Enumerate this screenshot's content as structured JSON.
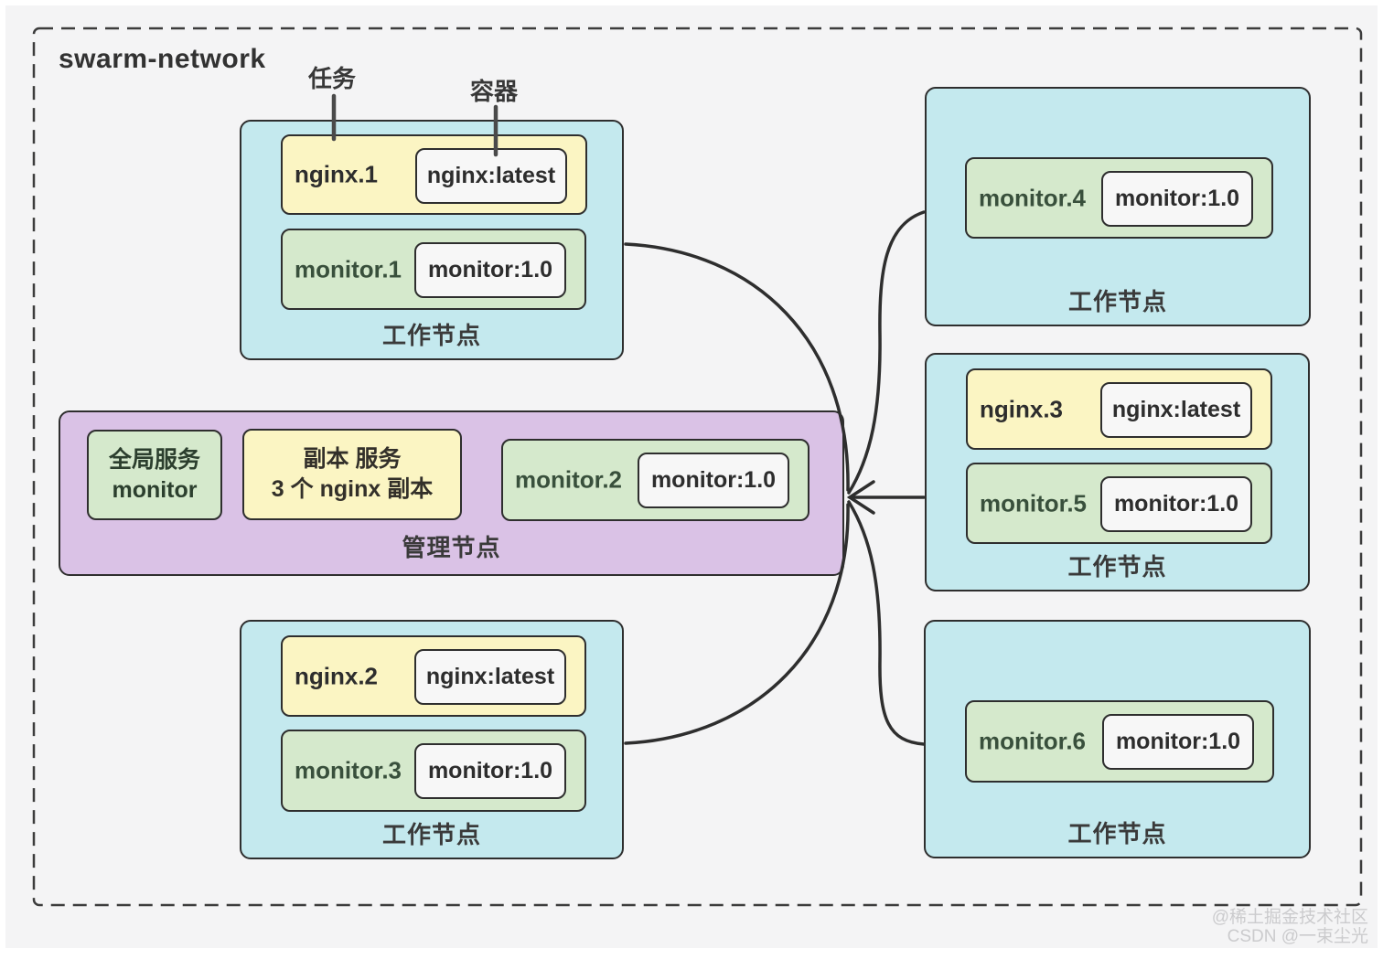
{
  "diagram": {
    "title": "swarm-network",
    "annotations": {
      "task": "任务",
      "container": "容器"
    },
    "nodes": [
      {
        "id": "worker-top-left",
        "type": "worker",
        "label": "工作节点",
        "tasks": [
          {
            "name": "nginx.1",
            "image": "nginx:latest"
          },
          {
            "name": "monitor.1",
            "image": "monitor:1.0"
          }
        ]
      },
      {
        "id": "manager",
        "type": "manager",
        "label": "管理节点",
        "services": [
          {
            "kind": "global",
            "lines": [
              "全局服务",
              "monitor"
            ]
          },
          {
            "kind": "replicated",
            "lines": [
              "副本 服务",
              "3 个 nginx 副本"
            ]
          }
        ],
        "tasks": [
          {
            "name": "monitor.2",
            "image": "monitor:1.0"
          }
        ]
      },
      {
        "id": "worker-bottom-left",
        "type": "worker",
        "label": "工作节点",
        "tasks": [
          {
            "name": "nginx.2",
            "image": "nginx:latest"
          },
          {
            "name": "monitor.3",
            "image": "monitor:1.0"
          }
        ]
      },
      {
        "id": "worker-top-right",
        "type": "worker",
        "label": "工作节点",
        "tasks": [
          {
            "name": "monitor.4",
            "image": "monitor:1.0"
          }
        ]
      },
      {
        "id": "worker-middle-right",
        "type": "worker",
        "label": "工作节点",
        "tasks": [
          {
            "name": "nginx.3",
            "image": "nginx:latest"
          },
          {
            "name": "monitor.5",
            "image": "monitor:1.0"
          }
        ]
      },
      {
        "id": "worker-bottom-right",
        "type": "worker",
        "label": "工作节点",
        "tasks": [
          {
            "name": "monitor.6",
            "image": "monitor:1.0"
          }
        ]
      }
    ],
    "connections": {
      "arrow_points_to": "manager",
      "links": [
        [
          "manager",
          "worker-top-left"
        ],
        [
          "manager",
          "worker-bottom-left"
        ],
        [
          "manager",
          "worker-top-right"
        ],
        [
          "manager",
          "worker-middle-right"
        ],
        [
          "manager",
          "worker-bottom-right"
        ]
      ]
    },
    "watermark": {
      "line1": "@稀土掘金技术社区",
      "line2": "CSDN @一束尘光"
    },
    "colors": {
      "canvas_bg": "#f4f4f5",
      "worker_bg": "#c4e9ee",
      "manager_bg": "#dac2e6",
      "nginx_bg": "#fbf5c3",
      "monitor_bg": "#d5e9cc",
      "pill_bg": "#f7f7f7",
      "stroke": "#2e2e2e"
    }
  }
}
